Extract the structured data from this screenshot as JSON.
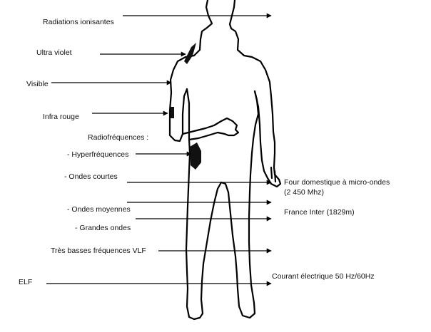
{
  "diagram": {
    "labels": {
      "radiations_ionisantes": "Radiations ionisantes",
      "ultra_violet": "Ultra violet",
      "visible": "Visible",
      "infra_rouge": "Infra rouge",
      "radiofrequences": "Radiofréquences :",
      "hyperfrequences": "- Hyperfréquences",
      "ondes_courtes": "- Ondes courtes",
      "ondes_moyennes": "- Ondes moyennes",
      "grandes_ondes": "- Grandes ondes",
      "tres_basses_frequences": "Très basses fréquences VLF",
      "elf": "ELF"
    },
    "annotations": {
      "four_line1": "Four domestique à micro-ondes",
      "four_line2": "(2 450 Mhz)",
      "france_inter": "France Inter (1829m)",
      "courant": "Courant électrique 50 Hz/60Hz"
    }
  }
}
